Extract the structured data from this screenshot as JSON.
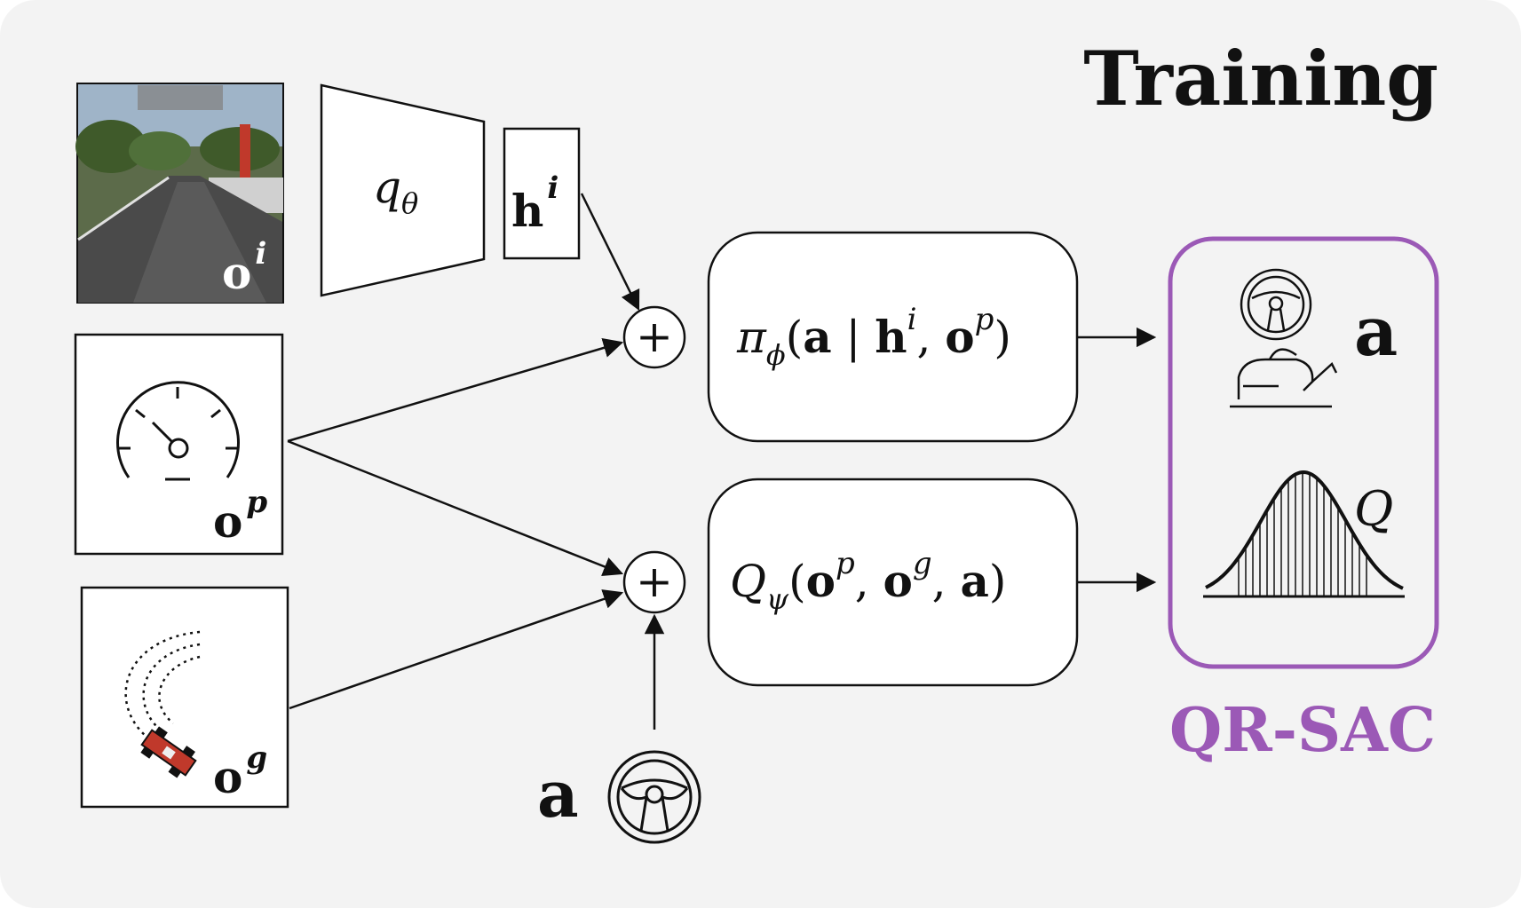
{
  "title": "Training",
  "group_label": "QR-SAC",
  "colors": {
    "background": "#f3f3f3",
    "accent": "#9b59b6",
    "stroke": "#111111"
  },
  "inputs": {
    "image": {
      "symbol": "o",
      "sup": "i"
    },
    "proprio": {
      "symbol": "o",
      "sup": "p"
    },
    "goal": {
      "symbol": "o",
      "sup": "g"
    }
  },
  "encoder": {
    "symbol": "q",
    "sub": "θ"
  },
  "latent": {
    "symbol": "h",
    "sup": "i"
  },
  "action_input": {
    "symbol": "a",
    "icon": "steering-wheel-icon"
  },
  "policy": {
    "pi": "π",
    "sub": "ϕ",
    "open": "(",
    "a": "a",
    "bar": " | ",
    "h": "h",
    "h_sup": "i",
    "comma": ", ",
    "o": "o",
    "o_sup": "p",
    "close": ")"
  },
  "critic": {
    "Q": "Q",
    "sub": "ψ",
    "open": "(",
    "o1": "o",
    "o1_sup": "p",
    "comma1": ", ",
    "o2": "o",
    "o2_sup": "g",
    "comma2": ", ",
    "a": "a",
    "close": ")"
  },
  "outputs": {
    "action": {
      "symbol": "a",
      "icon": "driver-steering-pedal-icon"
    },
    "q": {
      "symbol": "Q",
      "icon": "bell-curve-quantile-icon"
    }
  },
  "combiner_symbol": "+"
}
